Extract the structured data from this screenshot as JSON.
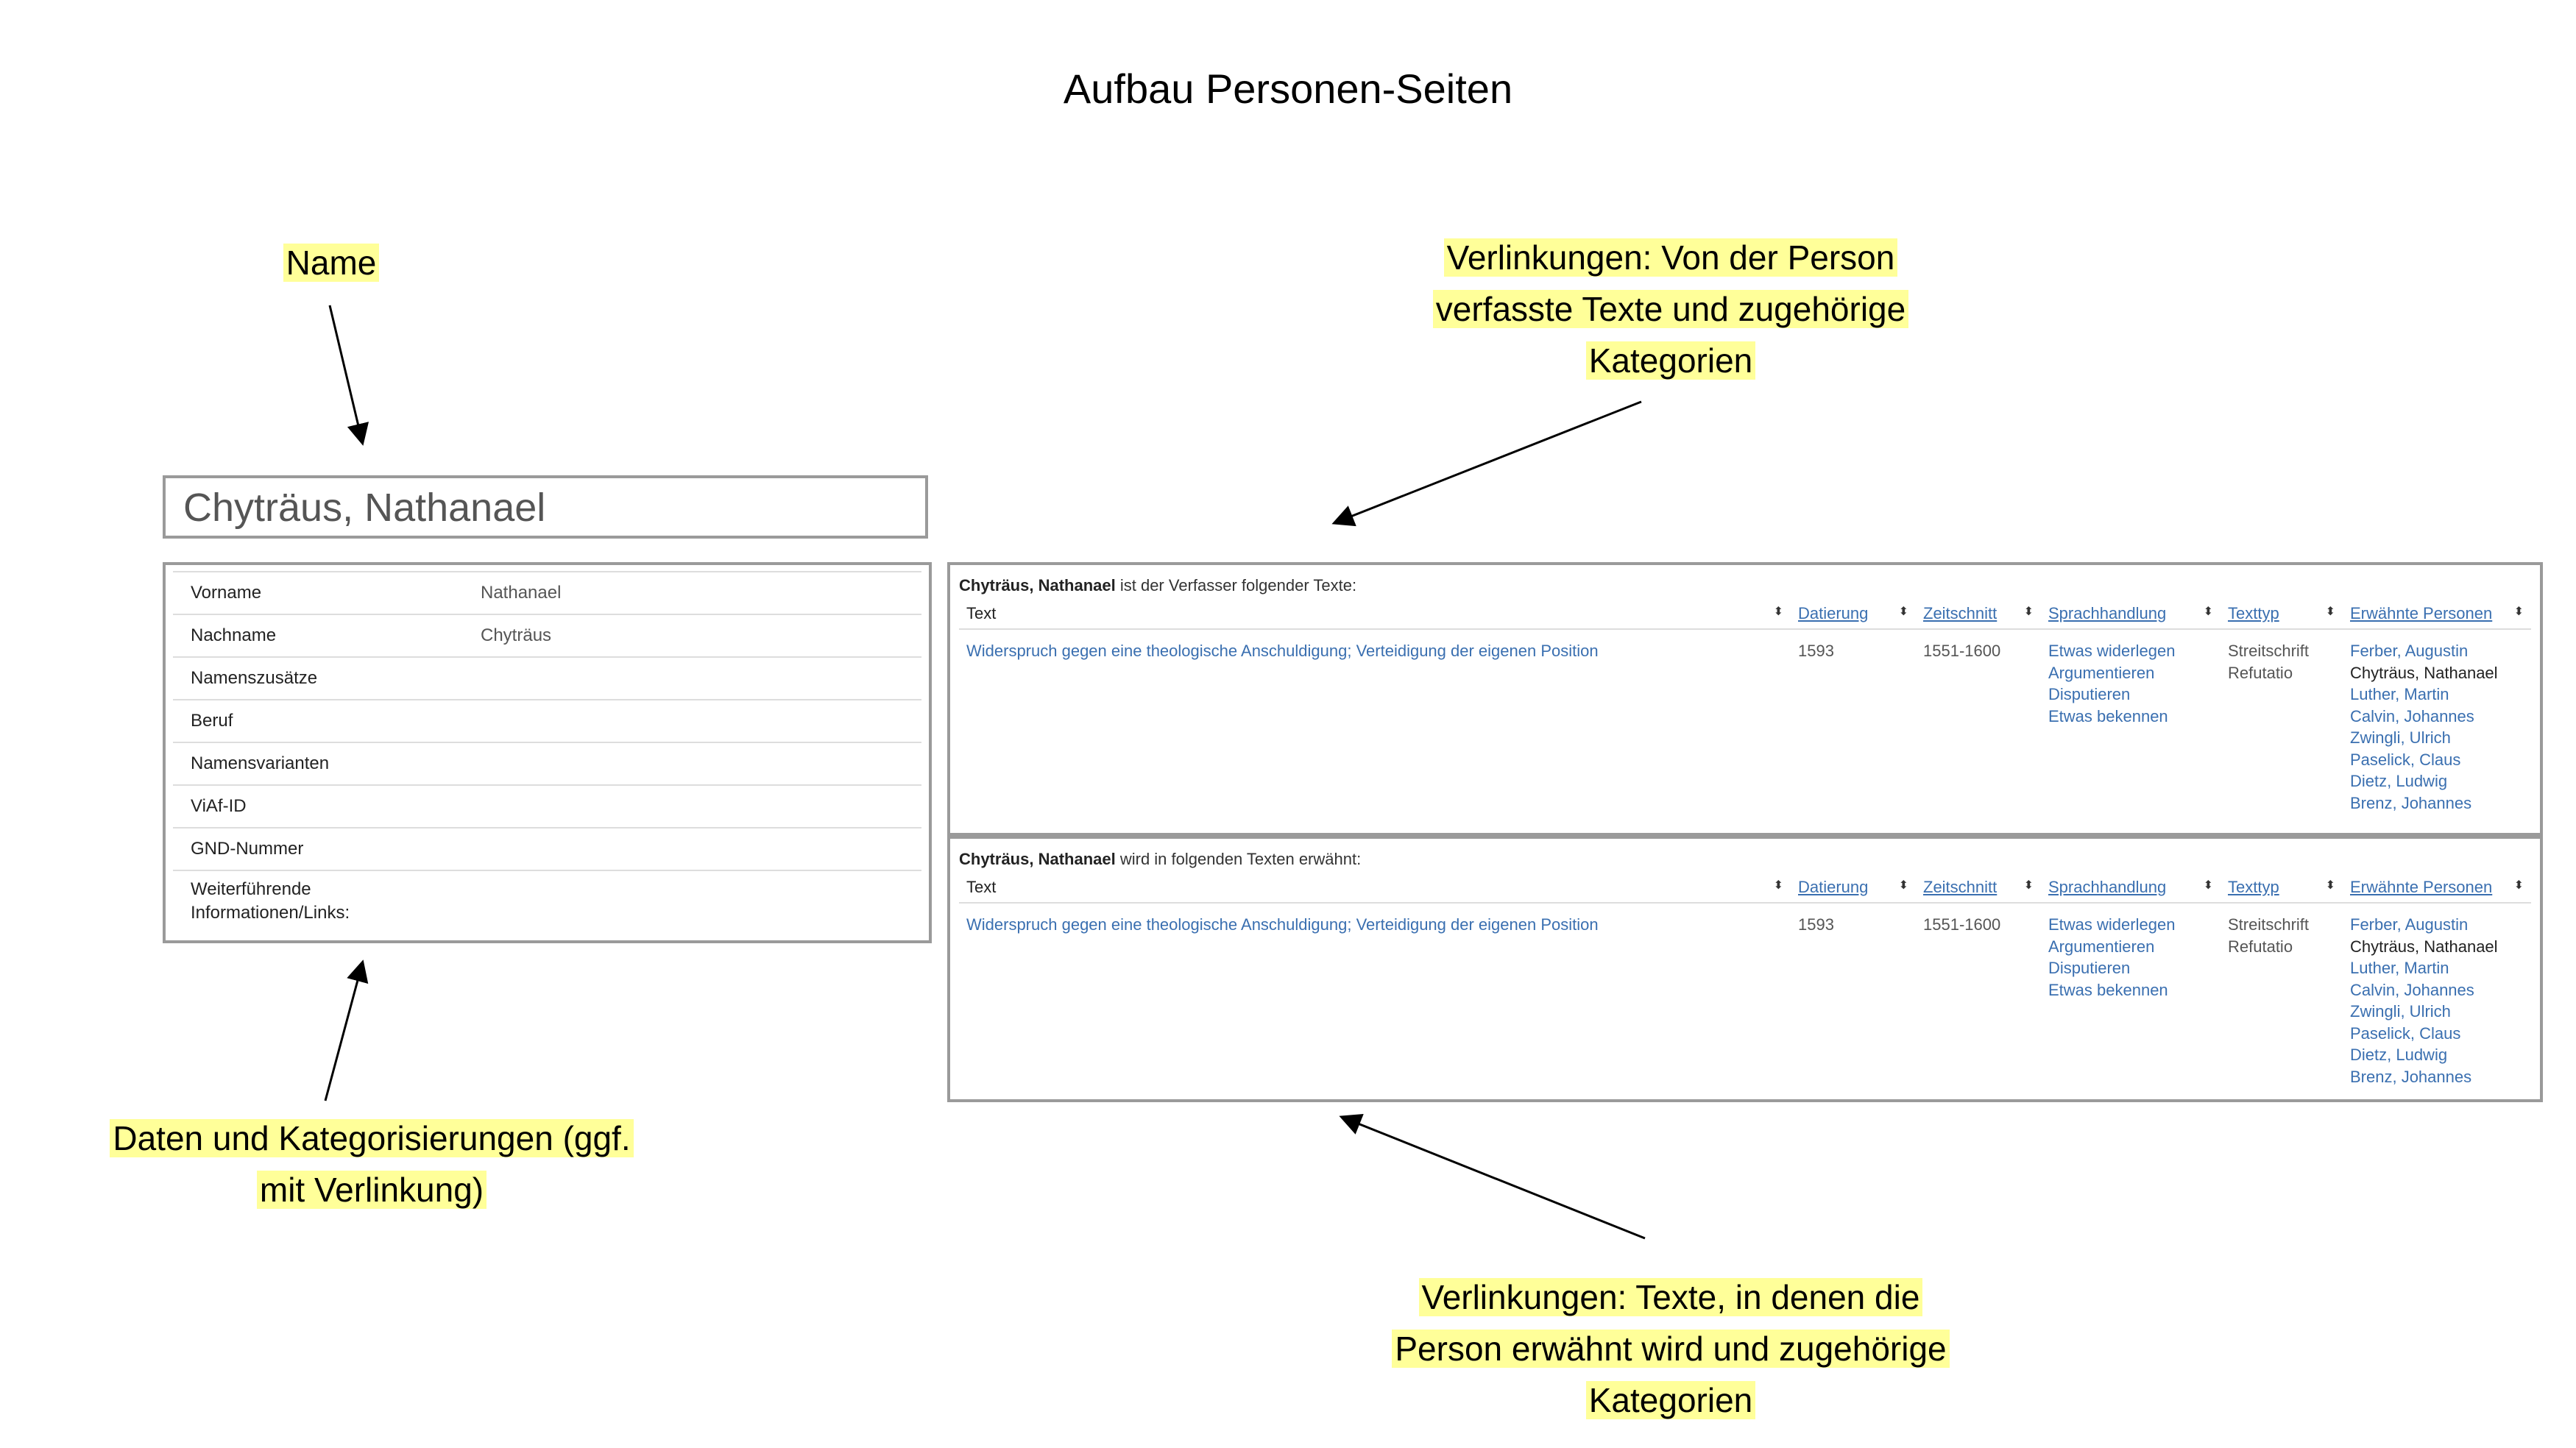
{
  "title": "Aufbau Personen-Seiten",
  "callouts": {
    "name": [
      "Name"
    ],
    "data": [
      "Daten und Kategorisierungen (ggf.",
      "mit Verlinkung)"
    ],
    "authored": [
      "Verlinkungen: Von der Person",
      "verfasste Texte und zugehörige",
      "Kategorien"
    ],
    "mentioned": [
      "Verlinkungen: Texte, in denen die",
      "Person erwähnt wird und zugehörige",
      "Kategorien"
    ]
  },
  "person": {
    "name": "Chyträus, Nathanael",
    "fields": [
      {
        "label": "Vorname",
        "value": "Nathanael"
      },
      {
        "label": "Nachname",
        "value": "Chyträus"
      },
      {
        "label": "Namenszusätze",
        "value": ""
      },
      {
        "label": "Beruf",
        "value": ""
      },
      {
        "label": "Namensvarianten",
        "value": ""
      },
      {
        "label": "ViAf-ID",
        "value": ""
      },
      {
        "label": "GND-Nummer",
        "value": ""
      },
      {
        "label": "Weiterführende Informationen/Links:",
        "value": ""
      }
    ]
  },
  "columns": {
    "text": "Text",
    "datierung": "Datierung",
    "zeitschnitt": "Zeitschnitt",
    "sprachhandlung": "Sprachhandlung",
    "texttyp": "Texttyp",
    "personen": "Erwähnte Personen",
    "sort_icon": "⬍"
  },
  "authored": {
    "caption_name": "Chyträus, Nathanael",
    "caption_rest": " ist der Verfasser folgender Texte:",
    "row": {
      "text": "Widerspruch gegen eine theologische Anschuldigung; Verteidigung der eigenen Position",
      "datierung": "1593",
      "zeitschnitt": "1551-1600",
      "sprachhandlung": [
        "Etwas widerlegen",
        "Argumentieren",
        "Disputieren",
        "Etwas bekennen"
      ],
      "texttyp": [
        "Streitschrift",
        "Refutatio"
      ],
      "personen": [
        "Ferber, Augustin",
        "Chyträus, Nathanael",
        "Luther, Martin",
        "Calvin, Johannes",
        "Zwingli, Ulrich",
        "Paselick, Claus",
        "Dietz, Ludwig",
        "Brenz, Johannes"
      ]
    }
  },
  "mentioned": {
    "caption_name": "Chyträus, Nathanael",
    "caption_rest": " wird in folgenden Texten erwähnt:",
    "row": {
      "text": "Widerspruch gegen eine theologische Anschuldigung; Verteidigung der eigenen Position",
      "datierung": "1593",
      "zeitschnitt": "1551-1600",
      "sprachhandlung": [
        "Etwas widerlegen",
        "Argumentieren",
        "Disputieren",
        "Etwas bekennen"
      ],
      "texttyp": [
        "Streitschrift",
        "Refutatio"
      ],
      "personen": [
        "Ferber, Augustin",
        "Chyträus, Nathanael",
        "Luther, Martin",
        "Calvin, Johannes",
        "Zwingli, Ulrich",
        "Paselick, Claus",
        "Dietz, Ludwig",
        "Brenz, Johannes"
      ]
    }
  },
  "colors": {
    "highlight": "#ffff99",
    "link": "#3a6fb0",
    "border": "#9a9a9a"
  }
}
